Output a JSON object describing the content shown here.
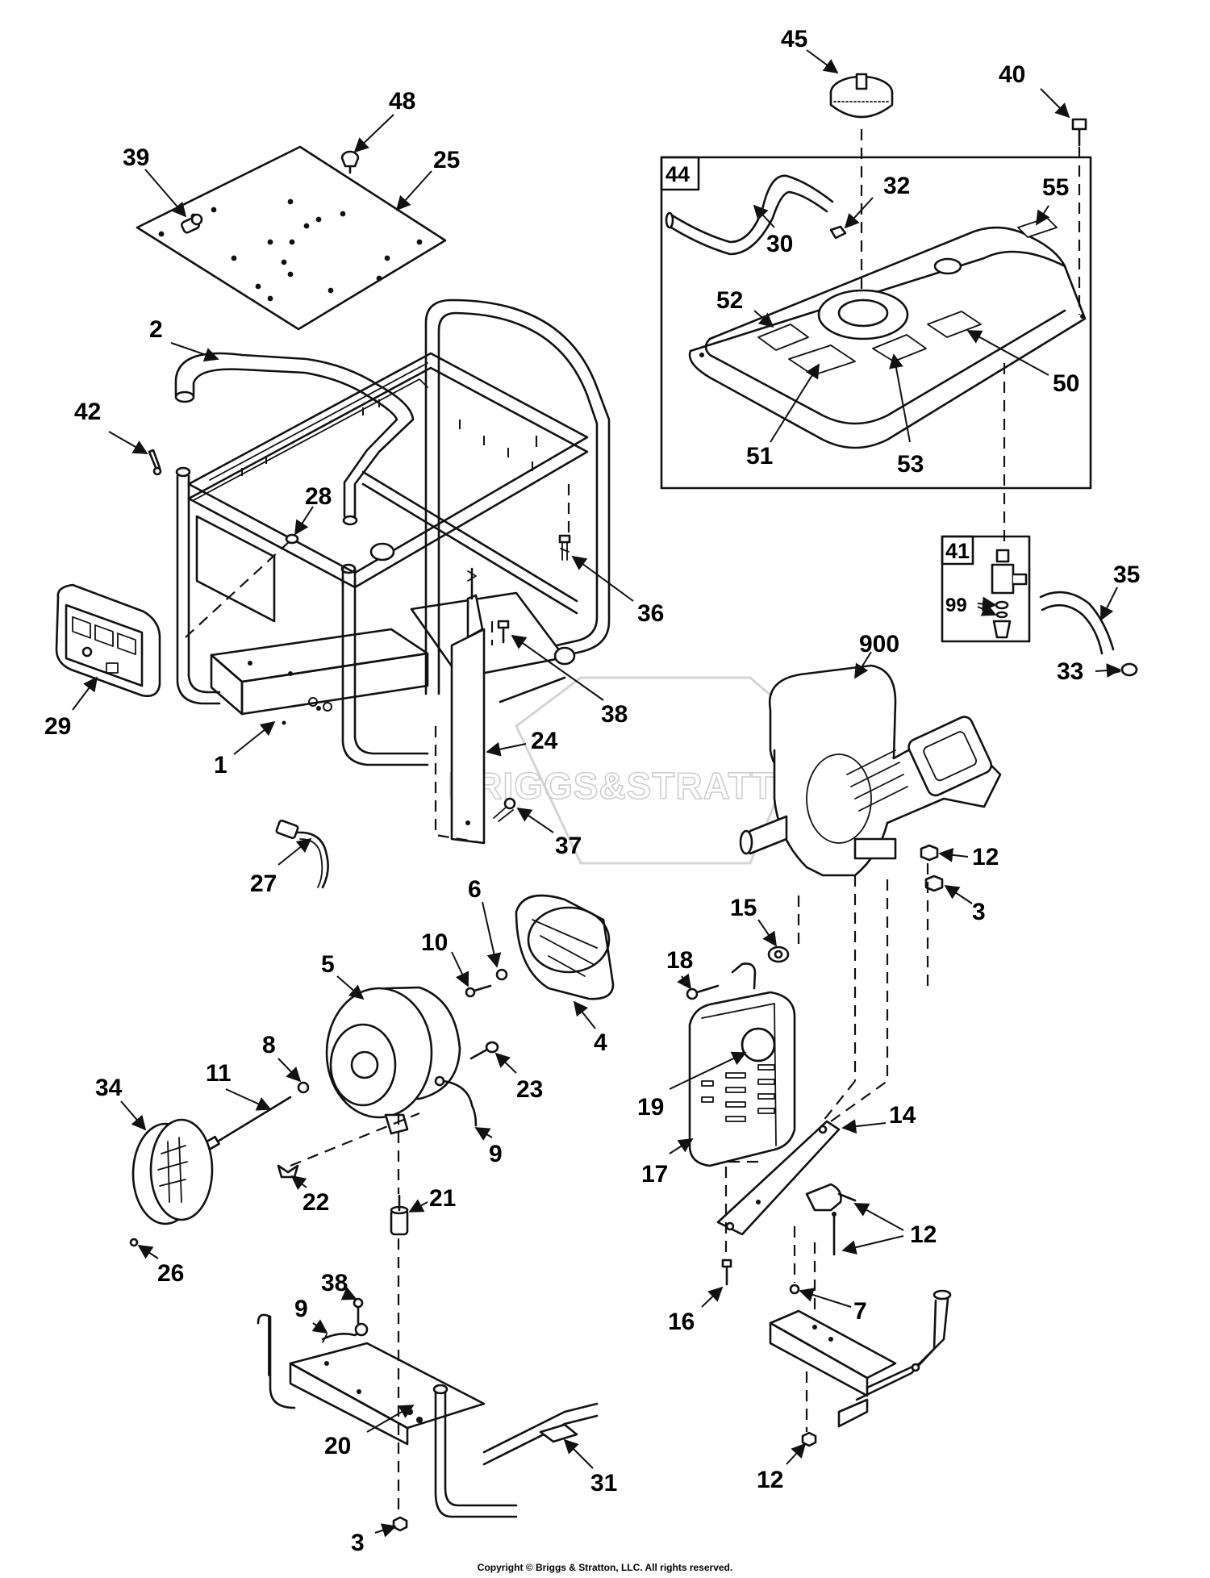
{
  "watermark": {
    "text": "BRIGGS&STRATTON"
  },
  "boxes": [
    {
      "id": "44",
      "label": "44"
    },
    {
      "id": "41",
      "label": "41"
    }
  ],
  "callouts": [
    {
      "label": "45"
    },
    {
      "label": "40"
    },
    {
      "label": "48"
    },
    {
      "label": "39"
    },
    {
      "label": "25"
    },
    {
      "label": "32"
    },
    {
      "label": "55"
    },
    {
      "label": "30"
    },
    {
      "label": "2"
    },
    {
      "label": "52"
    },
    {
      "label": "50"
    },
    {
      "label": "42"
    },
    {
      "label": "51"
    },
    {
      "label": "53"
    },
    {
      "label": "28"
    },
    {
      "label": "36"
    },
    {
      "label": "41"
    },
    {
      "label": "35"
    },
    {
      "label": "99"
    },
    {
      "label": "29"
    },
    {
      "label": "38"
    },
    {
      "label": "900"
    },
    {
      "label": "33"
    },
    {
      "label": "1"
    },
    {
      "label": "24"
    },
    {
      "label": "37"
    },
    {
      "label": "12"
    },
    {
      "label": "27"
    },
    {
      "label": "6"
    },
    {
      "label": "3"
    },
    {
      "label": "15"
    },
    {
      "label": "10"
    },
    {
      "label": "5"
    },
    {
      "label": "18"
    },
    {
      "label": "4"
    },
    {
      "label": "8"
    },
    {
      "label": "11"
    },
    {
      "label": "23"
    },
    {
      "label": "34"
    },
    {
      "label": "19"
    },
    {
      "label": "9"
    },
    {
      "label": "14"
    },
    {
      "label": "17"
    },
    {
      "label": "22"
    },
    {
      "label": "21"
    },
    {
      "label": "12"
    },
    {
      "label": "26"
    },
    {
      "label": "38"
    },
    {
      "label": "7"
    },
    {
      "label": "9"
    },
    {
      "label": "16"
    },
    {
      "label": "20"
    },
    {
      "label": "31"
    },
    {
      "label": "12"
    },
    {
      "label": "3"
    }
  ],
  "footer": {
    "copyright": "Copyright © Briggs & Stratton, LLC. All rights reserved."
  }
}
